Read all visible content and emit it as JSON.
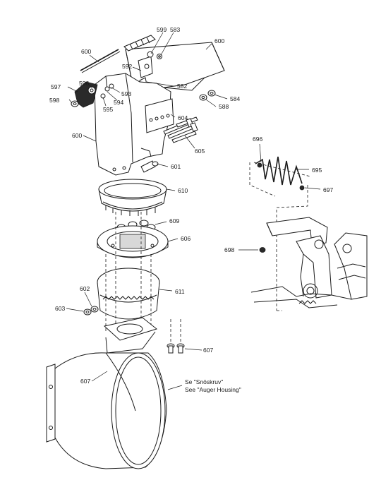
{
  "labels": {
    "l599": "599",
    "l583": "583",
    "l600a": "600",
    "l600b": "600",
    "l600c": "600",
    "l592": "592",
    "l582": "582",
    "l593": "593",
    "l594": "594",
    "l595": "595",
    "l596": "596",
    "l597": "597",
    "l598": "598",
    "l584": "584",
    "l588": "588",
    "l604": "604",
    "l605": "605",
    "l601": "601",
    "l610": "610",
    "l609": "609",
    "l606": "606",
    "l602": "602",
    "l603": "603",
    "l611": "611",
    "l607a": "607",
    "l607b": "607",
    "l696": "696",
    "l695": "695",
    "l697": "697",
    "l698": "698"
  },
  "note": {
    "line1": "Se \"Snöskruv\"",
    "line2": "See \"Auger Housing\""
  }
}
